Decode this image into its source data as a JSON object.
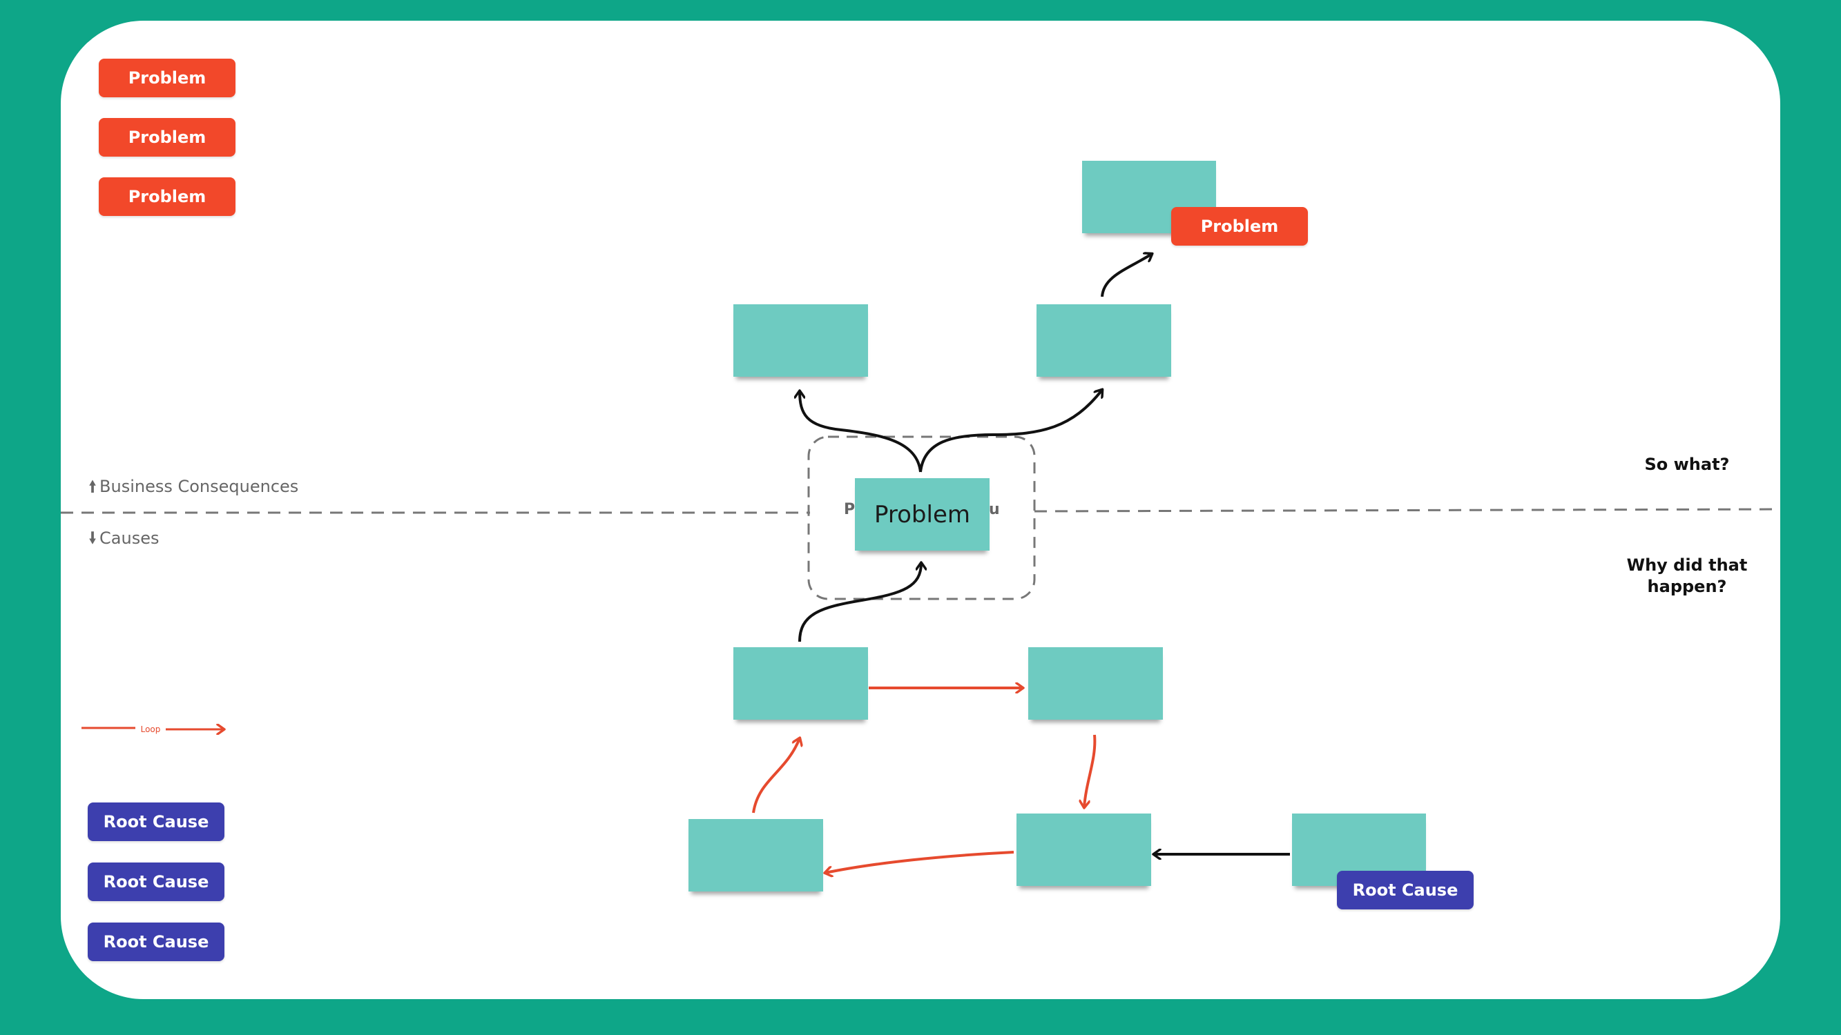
{
  "legend": {
    "problem_tags": [
      "Problem",
      "Problem",
      "Problem"
    ],
    "loop_label": "Loop",
    "root_cause_tags": [
      "Root Cause",
      "Root Cause",
      "Root Cause"
    ]
  },
  "guides": {
    "up": "Business Consequences",
    "down": "Causes"
  },
  "questions": {
    "so_what": "So what?",
    "why": "Why did that happen?"
  },
  "diagram": {
    "center_label": "Problem",
    "center_hidden_text_left": "P",
    "center_hidden_text_right": "u",
    "top_problem_tag": "Problem",
    "root_cause_tag": "Root Cause"
  },
  "colors": {
    "background": "#0ea688",
    "problem": "#f2482a",
    "root_cause": "#3d3fae",
    "sticky": "#6ecbc1",
    "loop_arrow": "#e64a2e"
  }
}
